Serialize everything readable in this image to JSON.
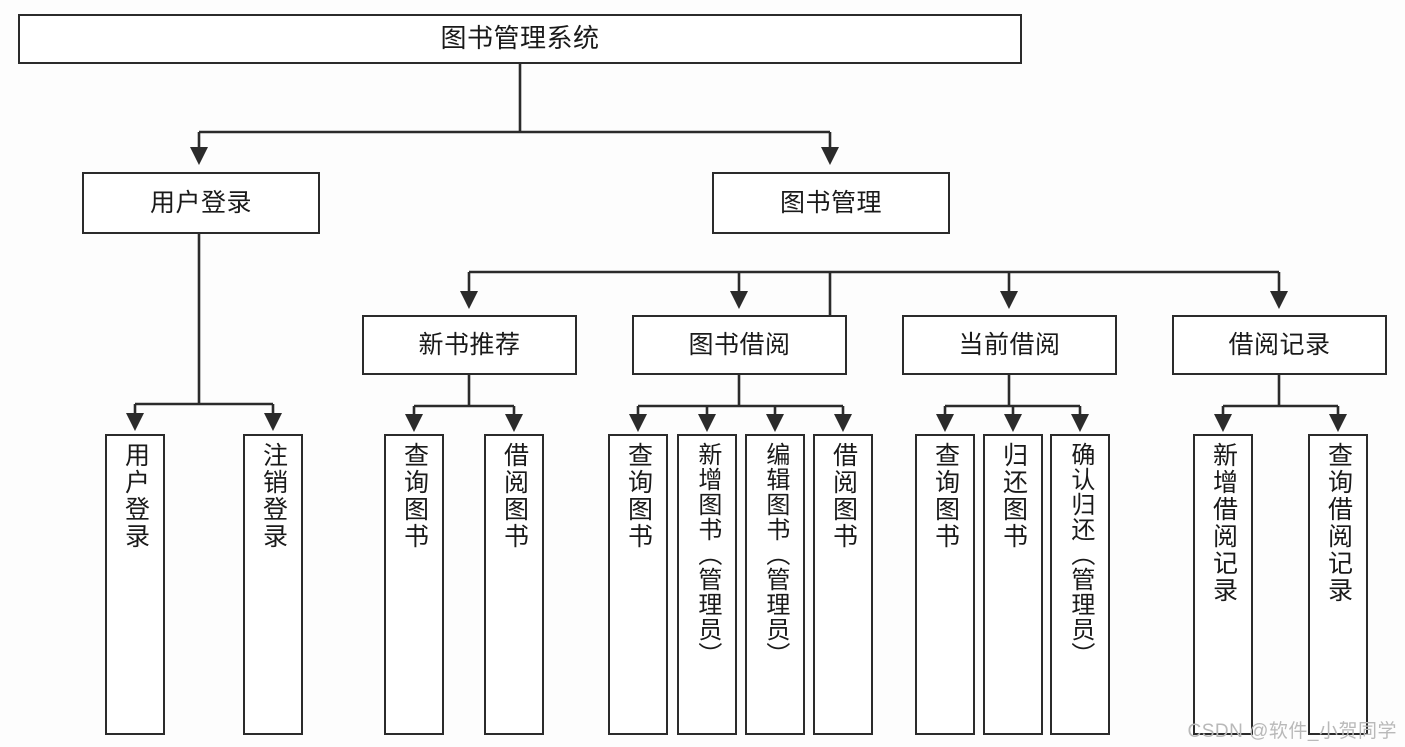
{
  "diagram": {
    "title": "图书管理系统",
    "type": "tree-hierarchy",
    "watermark": "CSDN @软件_小贺同学",
    "stroke_color": "#2b2b2b",
    "fill_color": "#ffffff",
    "background_color": "#fdfdfd",
    "nodes": {
      "root": {
        "label": "图书管理系统"
      },
      "level1": [
        {
          "label": "用户登录"
        },
        {
          "label": "图书管理"
        }
      ],
      "level2": [
        {
          "label": "新书推荐"
        },
        {
          "label": "图书借阅"
        },
        {
          "label": "当前借阅"
        },
        {
          "label": "借阅记录"
        }
      ],
      "leaves_user_login": [
        {
          "label": "用户登录"
        },
        {
          "label": "注销登录"
        }
      ],
      "leaves_new_book": [
        {
          "label": "查询图书"
        },
        {
          "label": "借阅图书"
        }
      ],
      "leaves_borrow": [
        {
          "label": "查询图书"
        },
        {
          "label": "新增图书（管理员）"
        },
        {
          "label": "编辑图书（管理员）"
        },
        {
          "label": "借阅图书"
        }
      ],
      "leaves_current": [
        {
          "label": "查询图书"
        },
        {
          "label": "归还图书"
        },
        {
          "label": "确认归还（管理员）"
        }
      ],
      "leaves_record": [
        {
          "label": "新增借阅记录"
        },
        {
          "label": "查询借阅记录"
        }
      ]
    }
  }
}
